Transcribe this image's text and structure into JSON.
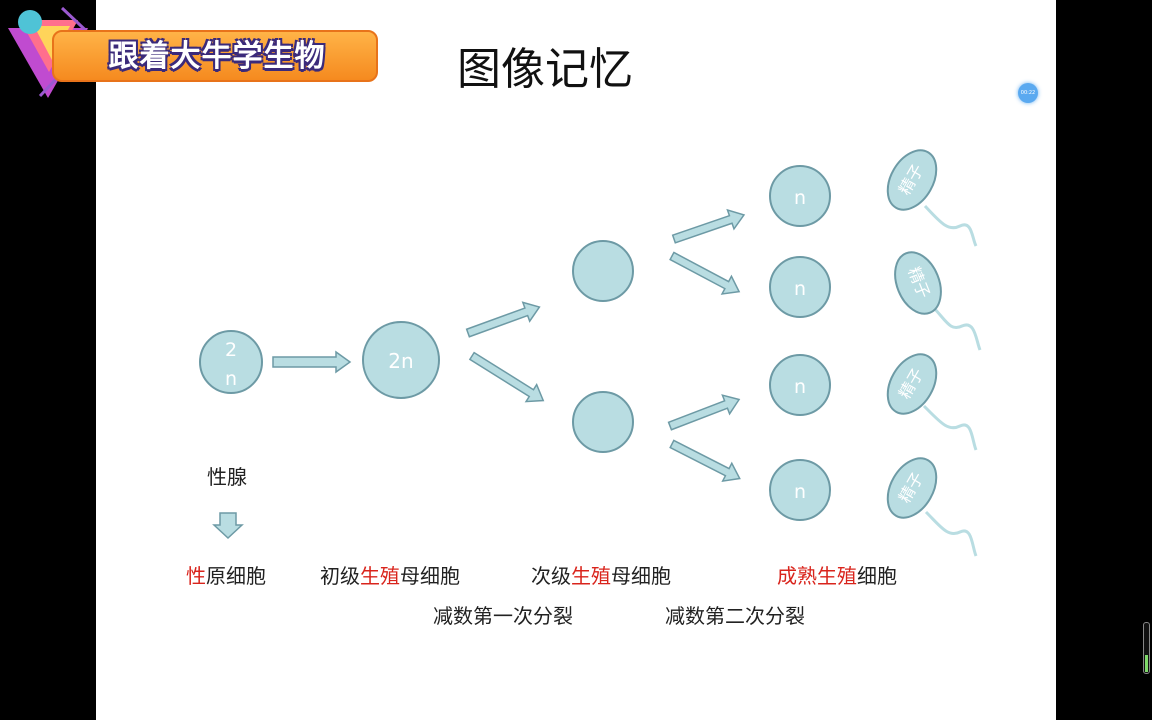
{
  "brand": {
    "name": "跟着大牛学生物"
  },
  "title": "图像记忆",
  "cells": {
    "origin_label_top": "2",
    "origin_label_bottom": "n",
    "primary_label": "2n",
    "haploid_label": "n"
  },
  "sperm": {
    "label": "精子"
  },
  "gonad_label": "性腺",
  "stages": {
    "s1": {
      "highlight": "性",
      "rest": "原细胞"
    },
    "s2": {
      "pre": "初级",
      "highlight": "生殖",
      "post": "母细胞"
    },
    "s3": {
      "pre": "次级",
      "highlight": "生殖",
      "post": "母细胞"
    },
    "s4": {
      "highlight": "成熟生殖",
      "post": "细胞"
    }
  },
  "divisions": {
    "first": "减数第一次分裂",
    "second": "减数第二次分裂"
  },
  "colors": {
    "cell_fill": "#b9dde2",
    "cell_stroke": "#6d9aa5",
    "arrow_fill": "#b9dde2",
    "highlight_text": "#d9241c",
    "body_text": "#222222"
  }
}
